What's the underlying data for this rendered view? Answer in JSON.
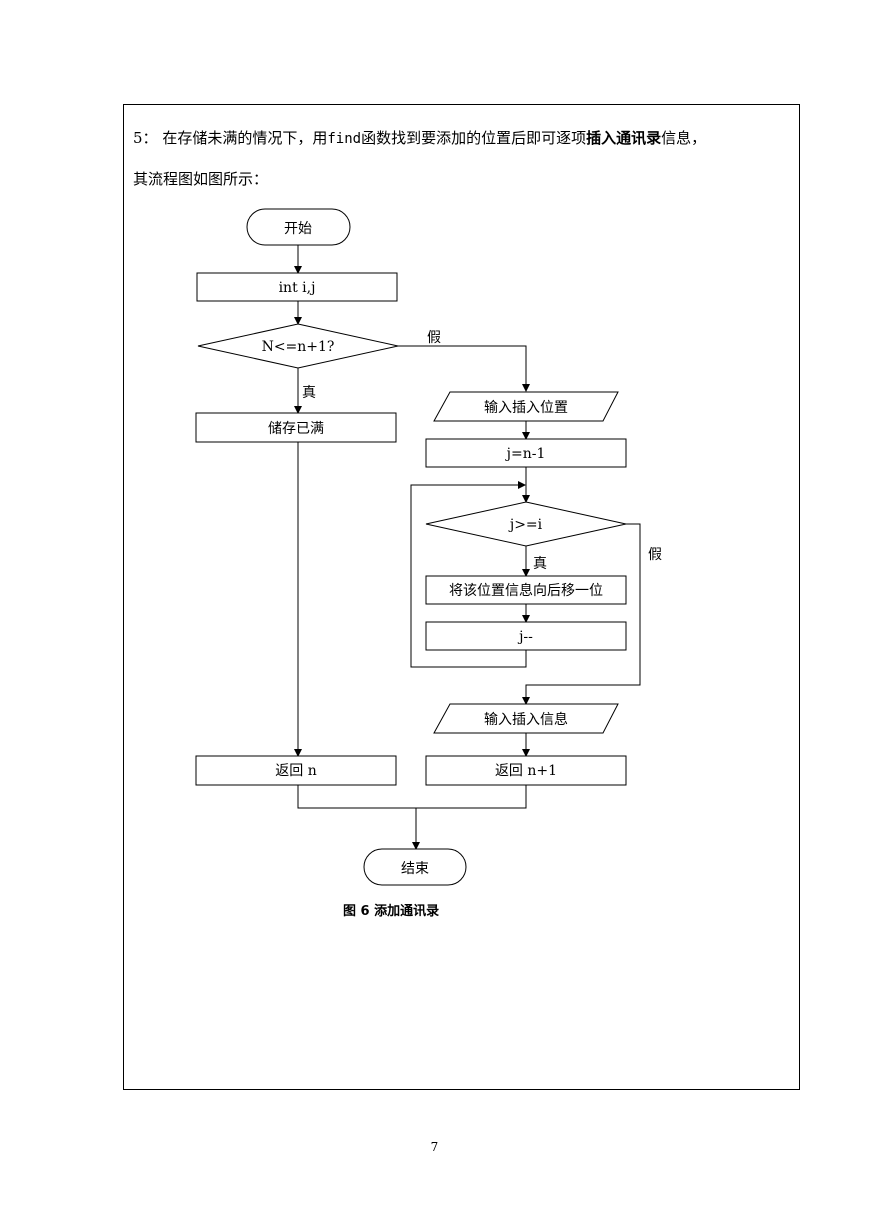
{
  "intro": {
    "prefix": "5：",
    "part1": "在存储未满的情况下，用",
    "code": "find",
    "part2": "函数找到要添加的位置后即可逐项",
    "bold": "插入通讯录",
    "part3": "信息，",
    "line2": "其流程图如图所示："
  },
  "flowchart": {
    "start": "开始",
    "decl": "int i,j",
    "cond1": "N<=n+1?",
    "false1": "假",
    "true1": "真",
    "full": "储存已满",
    "input_pos": "输入插入位置",
    "assign": "j=n-1",
    "cond2": "j>=i",
    "true2": "真",
    "false2": "假",
    "shift": "将该位置信息向后移一位",
    "decrement": "j--",
    "input_info": "输入插入信息",
    "return_n": "返回 n",
    "return_n1": "返回 n+1",
    "end": "结束"
  },
  "caption": "图 6 添加通讯录",
  "page_number": "7"
}
